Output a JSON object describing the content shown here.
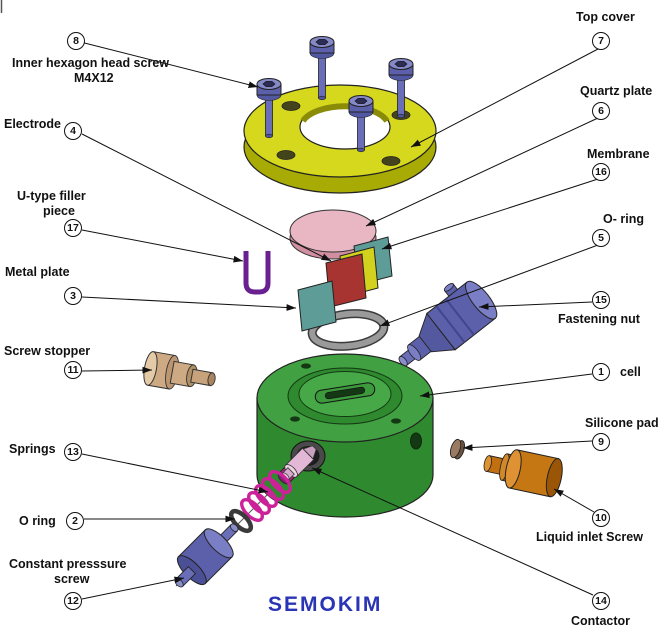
{
  "logo": {
    "text": "SEMOKIM",
    "color": "#2a35b5"
  },
  "parts": {
    "cell": {
      "num": "1",
      "label": "cell"
    },
    "o_ring_lower": {
      "num": "2",
      "label": "O ring"
    },
    "metal_plate": {
      "num": "3",
      "label": "Metal plate"
    },
    "electrode": {
      "num": "4",
      "label": "Electrode"
    },
    "o_ring_upper": {
      "num": "5",
      "label": "O- ring"
    },
    "quartz_plate": {
      "num": "6",
      "label": "Quartz plate"
    },
    "top_cover": {
      "num": "7",
      "label": "Top cover"
    },
    "hex_screw": {
      "num": "8",
      "label": "Inner hexagon head screw",
      "label2": "M4X12"
    },
    "silicone_pad": {
      "num": "9",
      "label": "Silicone pad"
    },
    "liquid_inlet": {
      "num": "10",
      "label": "Liquid inlet Screw"
    },
    "screw_stopper": {
      "num": "11",
      "label": "Screw stopper"
    },
    "constant_screw": {
      "num": "12",
      "label": "Constant presssure",
      "label2": "screw"
    },
    "springs": {
      "num": "13",
      "label": "Springs"
    },
    "contactor": {
      "num": "14",
      "label": "Contactor"
    },
    "fastening_nut": {
      "num": "15",
      "label": "Fastening nut"
    },
    "membrane": {
      "num": "16",
      "label": "Membrane"
    },
    "u_filler": {
      "num": "17",
      "label": "U-type filler",
      "label2": "piece"
    }
  },
  "colors": {
    "top_cover": "#d6d81e",
    "screws": "#5c60aa",
    "quartz_plate": "#e9b7c3",
    "membrane": "#5e9c98",
    "metal_plate": "#5e9c98",
    "electrode": "#a83432",
    "electrode_plate2": "#d2d21e",
    "u_filler": "#6a2090",
    "o_ring": "#9a9a9a",
    "fastening_nut": "#5c60aa",
    "cell": "#41a041",
    "screw_stopper": "#cdaa84",
    "silicone_pad": "#9a7a60",
    "liquid_inlet_screw": "#c57714",
    "springs": "#cc2299",
    "o_ring_small": "#3a3a3a",
    "constant_pressure_screw": "#5c60aa",
    "contactor": "#e2b8d6"
  }
}
